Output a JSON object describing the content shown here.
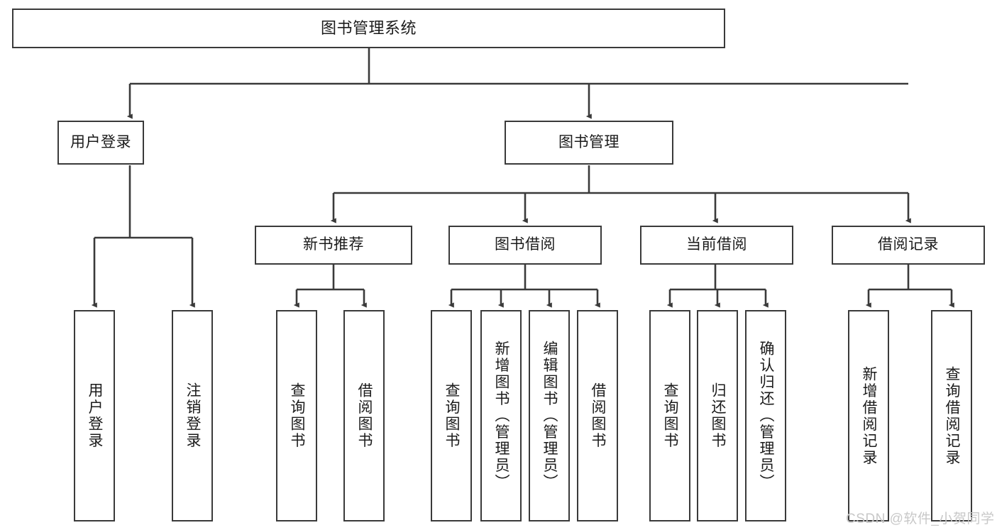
{
  "diagram": {
    "title_box": "图书管理系统",
    "level2": [
      {
        "label": "用户登录"
      },
      {
        "label": "图书管理"
      }
    ],
    "level3": [
      {
        "label": "新书推荐"
      },
      {
        "label": "图书借阅"
      },
      {
        "label": "当前借阅"
      },
      {
        "label": "借阅记录"
      }
    ],
    "leaves": {
      "user_login": [
        {
          "label": "用户登录"
        },
        {
          "label": "注销登录"
        }
      ],
      "new_book_recommend": [
        {
          "label": "查询图书"
        },
        {
          "label": "借阅图书"
        }
      ],
      "book_borrow": [
        {
          "label": "查询图书"
        },
        {
          "label": "新增图书（管理员）"
        },
        {
          "label": "编辑图书（管理员）"
        },
        {
          "label": "借阅图书"
        }
      ],
      "current_borrow": [
        {
          "label": "查询图书"
        },
        {
          "label": "归还图书"
        },
        {
          "label": "确认归还（管理员）"
        }
      ],
      "borrow_record": [
        {
          "label": "新增借阅记录"
        },
        {
          "label": "查询借阅记录"
        }
      ]
    }
  },
  "watermark": {
    "text": "CSDN @软件_小贺同学"
  },
  "colors": {
    "box_border": "#3a3a3a",
    "text": "#1b1b1b",
    "background": "#ffffff",
    "watermark": "#c8c8c8"
  }
}
